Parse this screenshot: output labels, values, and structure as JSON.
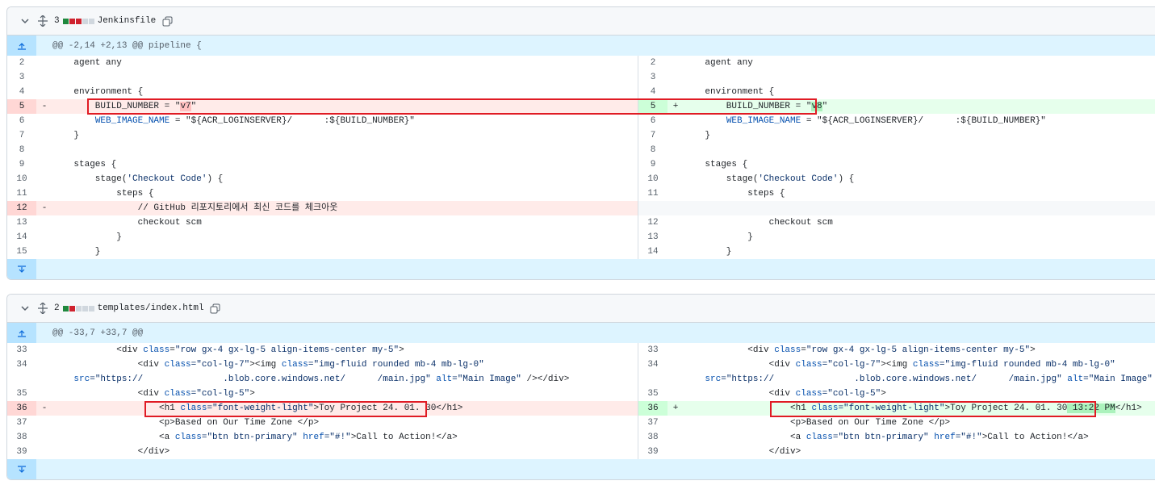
{
  "files": [
    {
      "count": "3",
      "name": "Jenkinsfile",
      "hunk": "@@ -2,14 +2,13 @@ pipeline {",
      "lines": {
        "l2": "    agent any",
        "l3": "",
        "l4": "    environment {",
        "l5_pre": "        BUILD_NUMBER = \"",
        "l5_del": "v7",
        "l5_post": "\"",
        "r5_add": "v8",
        "l6_pre": "        ",
        "l6_key": "WEB_IMAGE_NAME",
        "l6_post": " = \"${ACR_LOGINSERVER}/      :${BUILD_NUMBER}\"",
        "l7": "    }",
        "l8": "",
        "l9": "    stages {",
        "l10_pre": "        stage(",
        "l10_str": "'Checkout Code'",
        "l10_post": ") {",
        "l11": "            steps {",
        "l12": "                // GitHub 리포지토리에서 최신 코드를 체크아웃",
        "l13": "                checkout scm",
        "l14": "            }",
        "l15": "        }"
      }
    },
    {
      "count": "2",
      "name": "templates/index.html",
      "hunk": "@@ -33,7 +33,7 @@",
      "lines": {
        "a33_pre": "            <div ",
        "a33_attr": "class",
        "a33_eq": "=",
        "a33_val": "\"row gx-4 gx-lg-5 align-items-center my-5\"",
        "a33_post": ">",
        "a34_pre": "                <div ",
        "a34_a1": "class",
        "a34_v1": "=\"col-lg-7\"",
        "a34_mid": "><img ",
        "a34_a2": "class",
        "a34_v2": "=\"img-fluid rounded mb-4 mb-lg-0\"",
        "a34_w_pre": "    src",
        "a34_w_val": "=\"https://               .blob.core.windows.net/      /main.jpg\"",
        "a34_w_alt": " alt",
        "a34_w_altv": "=\"Main Image\"",
        "a34_w_post": " /></div>",
        "a35_pre": "                <div ",
        "a35_attr": "class",
        "a35_val": "=\"col-lg-5\"",
        "a35_post": ">",
        "a36_pre": "                    <h1 ",
        "a36_attr": "class",
        "a36_val": "=\"font-weight-light\"",
        "a36_text": ">Toy Project 24. 01. 30</h1>",
        "a36_text_left": ">Toy Project 24. 01. 30",
        "a36_added": " 13:22 PM",
        "a36_close": "</h1>",
        "a37": "                    <p>Based on Our Time Zone </p>",
        "a38_pre": "                    <a ",
        "a38_a1": "class",
        "a38_v1": "=\"btn btn-primary\"",
        "a38_a2": " href",
        "a38_v2": "=\"#!\"",
        "a38_post": ">Call to Action!</a>",
        "a39": "                </div>"
      }
    }
  ],
  "markers": {
    "del": "-",
    "add": "+"
  },
  "nums": {
    "f1_left": [
      "2",
      "3",
      "4",
      "5",
      "6",
      "7",
      "8",
      "9",
      "10",
      "11",
      "12",
      "13",
      "14",
      "15"
    ],
    "f1_right": [
      "2",
      "3",
      "4",
      "5",
      "6",
      "7",
      "8",
      "9",
      "10",
      "11",
      "",
      "12",
      "13",
      "14"
    ],
    "f2": [
      "33",
      "34",
      "35",
      "36",
      "37",
      "38",
      "39"
    ]
  }
}
